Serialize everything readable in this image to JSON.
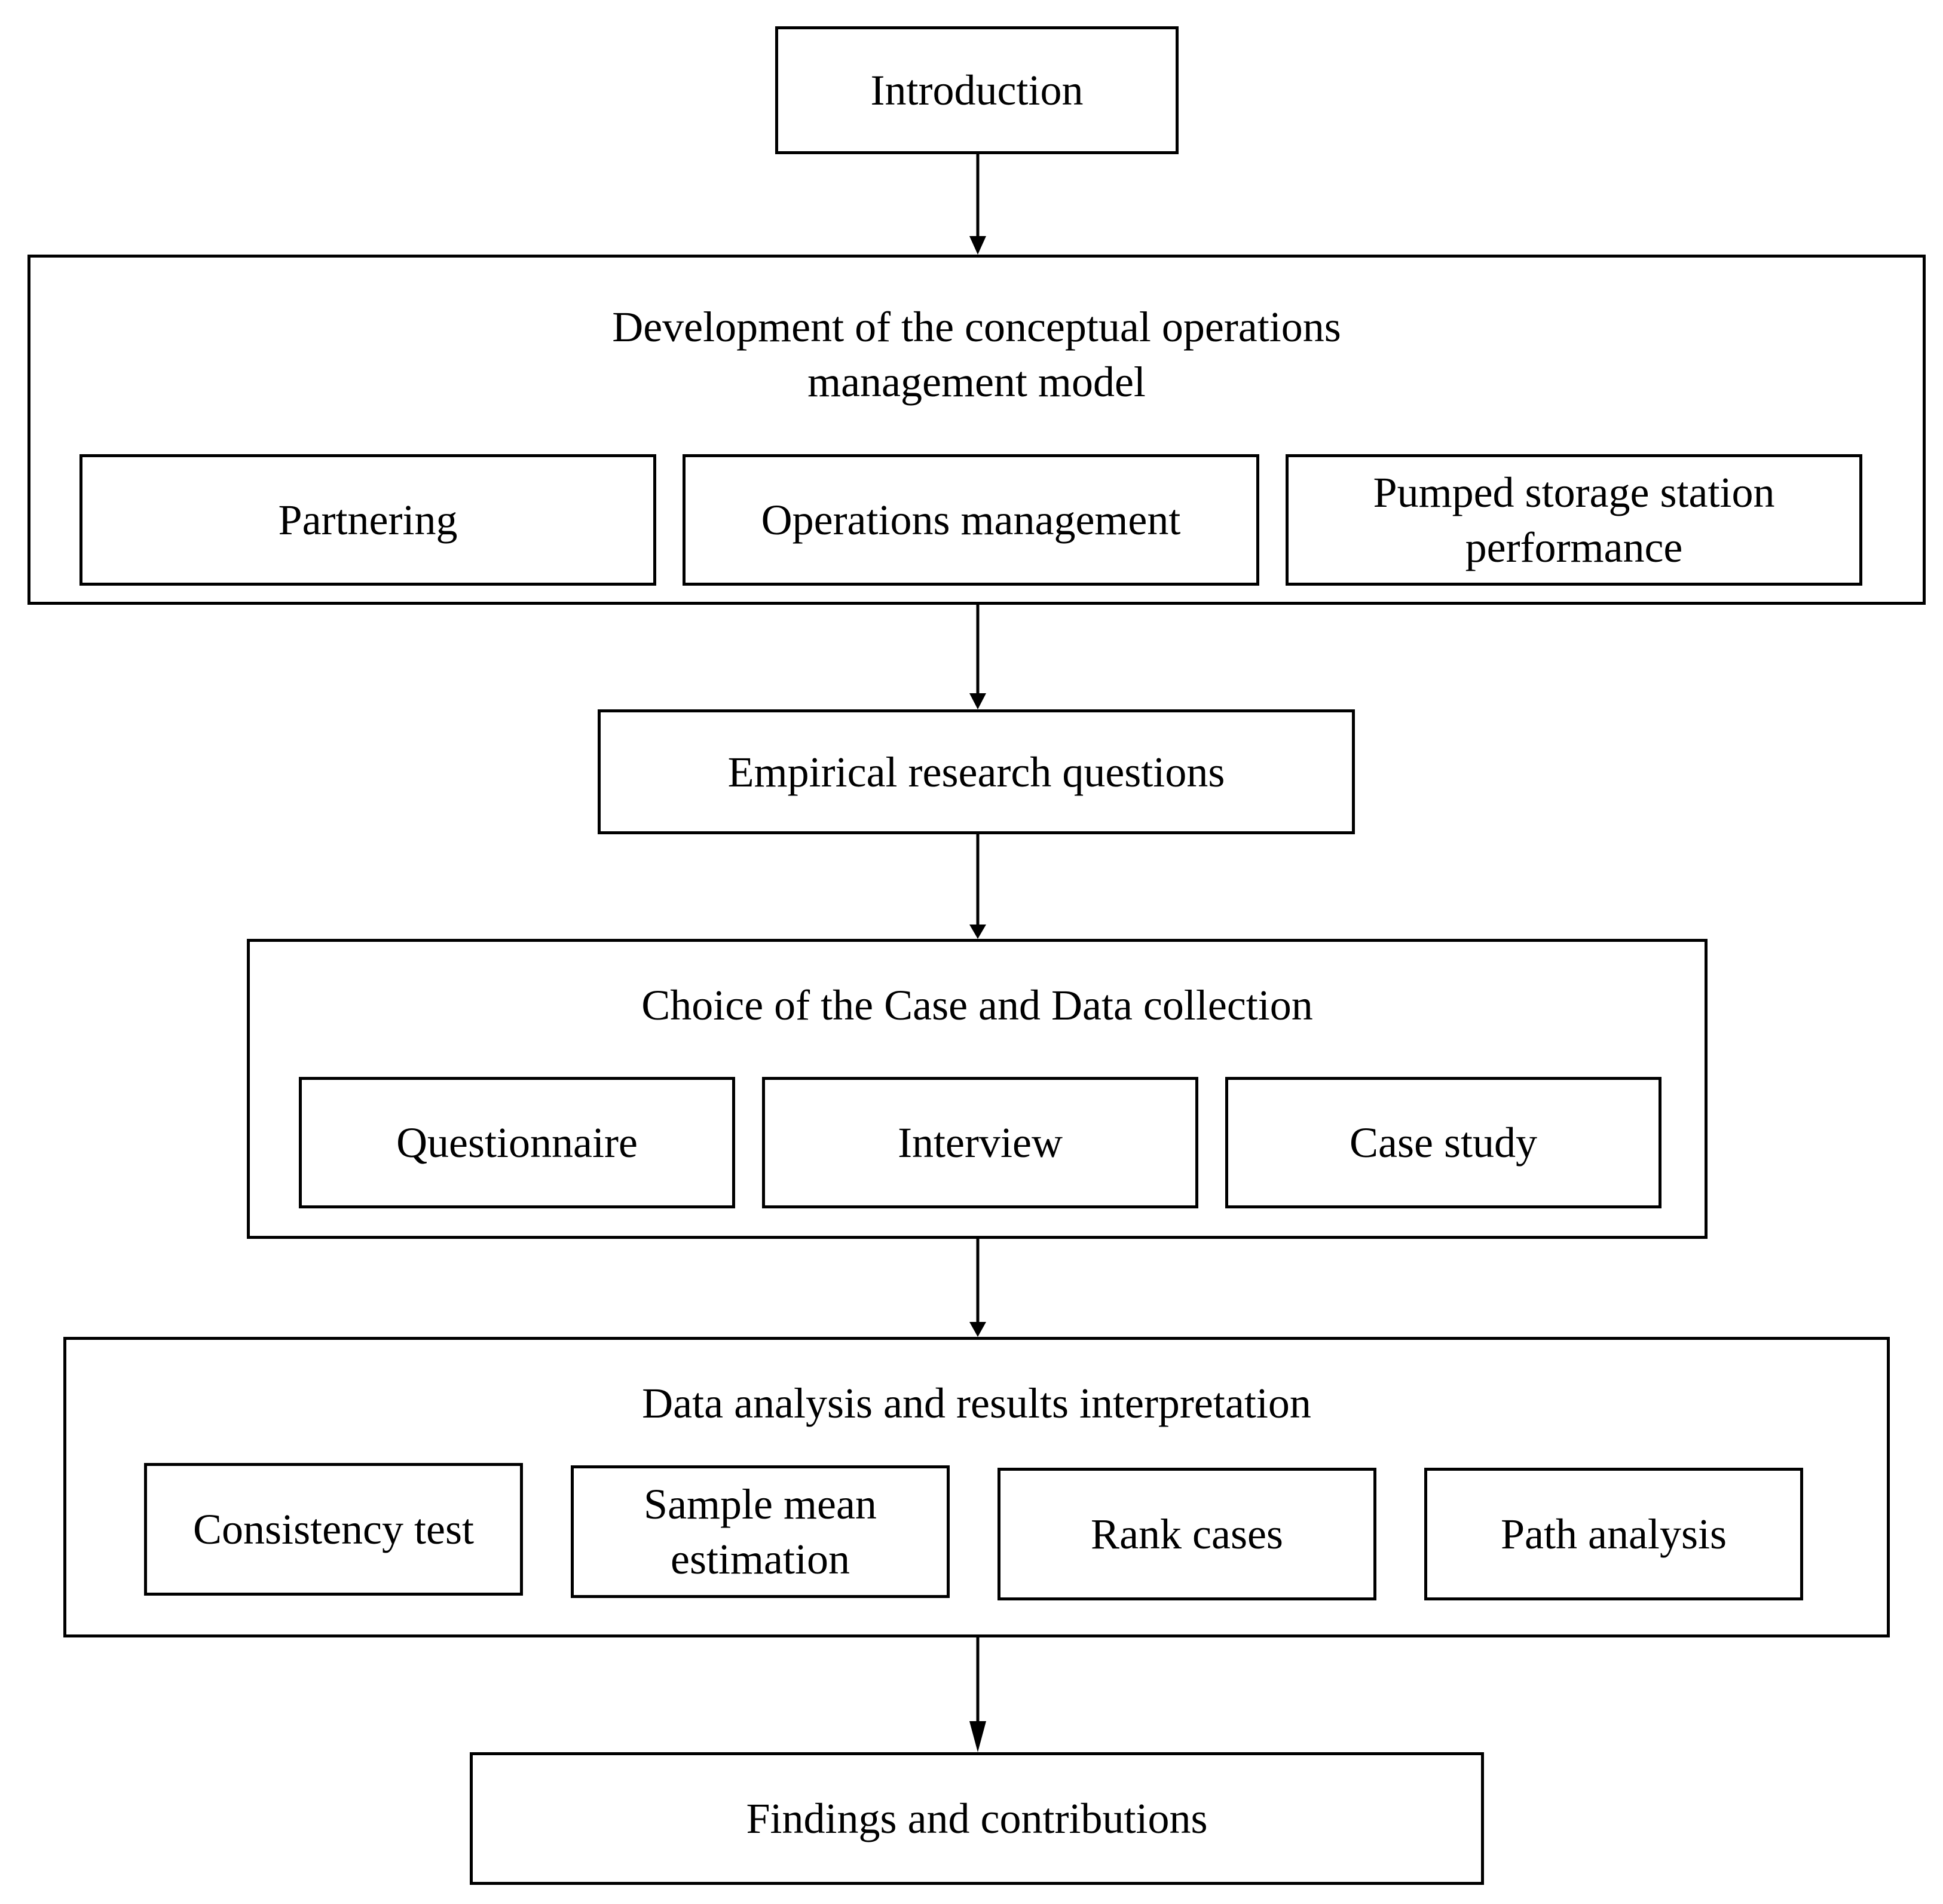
{
  "diagram": {
    "introduction": "Introduction",
    "development": {
      "title": "Development of the conceptual operations\nmanagement model",
      "items": [
        "Partnering",
        "Operations management",
        "Pumped storage station\nperformance"
      ]
    },
    "empirical": "Empirical research questions",
    "choice": {
      "title": "Choice of the Case and Data  collection",
      "items": [
        "Questionnaire",
        "Interview",
        "Case study"
      ]
    },
    "analysis": {
      "title": "Data analysis and results interpretation",
      "items": [
        "Consistency test",
        "Sample mean\nestimation",
        "Rank cases",
        "Path analysis"
      ]
    },
    "findings": "Findings and contributions"
  }
}
